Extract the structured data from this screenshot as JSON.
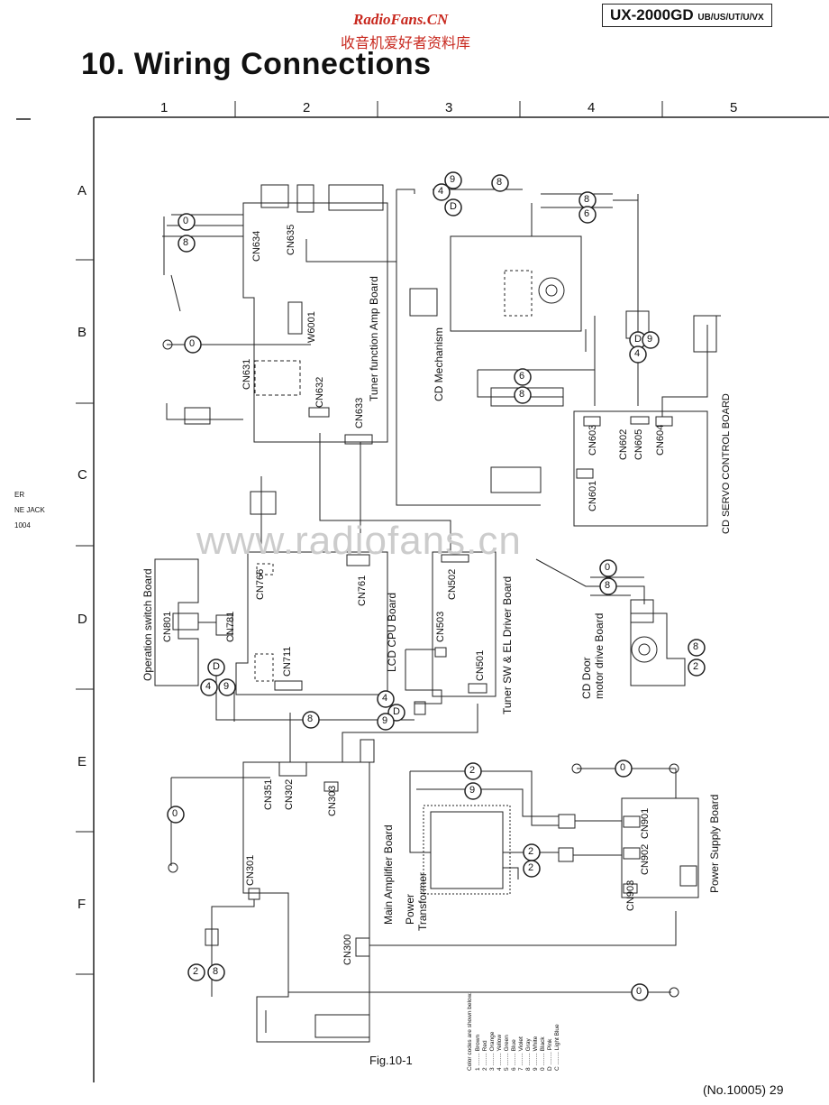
{
  "header": {
    "watermark_site": "RadioFans.CN",
    "watermark_cn": "收音机爱好者资料库",
    "model": "UX-2000GD",
    "model_suffix": "UB/US/UT/U/VX",
    "title": "10. Wiring Connections"
  },
  "grid": {
    "columns": [
      "1",
      "2",
      "3",
      "4",
      "5"
    ],
    "rows": [
      "A",
      "B",
      "C",
      "D",
      "E",
      "F"
    ]
  },
  "boards": {
    "tuner_function_amp": "Tuner function Amp Board",
    "cd_mechanism": "CD Mechanism",
    "cd_servo": "CD SERVO CONTROL BOARD",
    "operation_switch": "Operation switch Board",
    "lcd_cpu": "LCD CPU Board",
    "tuner_sw_el": "Tuner SW & EL Driver Board",
    "cd_door_1": "CD Door",
    "cd_door_2": "motor drive Board",
    "main_amp": "Main Amplifier Board",
    "power_transformer_1": "Power",
    "power_transformer_2": "Transformer",
    "power_supply": "Power Supply Board"
  },
  "connectors": {
    "cn634": "CN634",
    "cn635": "CN635",
    "w6001": "W6001",
    "cn631": "CN631",
    "cn632": "CN632",
    "cn633": "CN633",
    "cn603": "CN603",
    "cn602": "CN602",
    "cn605": "CN605",
    "cn604": "CN604",
    "cn601": "CN601",
    "cn766": "CN766",
    "cn761": "CN761",
    "cn801": "CN801",
    "cn781": "CN781",
    "cn711": "CN711",
    "cn502": "CN502",
    "cn503": "CN503",
    "cn501": "CN501",
    "cn351": "CN351",
    "cn302": "CN302",
    "cn303": "CN303",
    "cn301": "CN301",
    "cn300": "CN300",
    "cn901": "CN901",
    "cn902": "CN902",
    "cn903": "CN903"
  },
  "wire_codes": [
    "0",
    "8",
    "4",
    "9",
    "D",
    "6",
    "2"
  ],
  "left_fragment": [
    "ER",
    "NE JACK",
    "1004"
  ],
  "legend": {
    "heading": "Color codes are shown below.",
    "items": [
      "1 ........ Brown",
      "2 ........ Red",
      "3 ........ Orange",
      "4 ........ Yellow",
      "5 ........ Green",
      "6 ........ Blue",
      "7 ........ Violet",
      "8 ........ Gray",
      "9 ........ White",
      "0 ........ Black",
      "D ........ Pink",
      "C ........ Light Blue"
    ]
  },
  "site_watermark": "www.radiofans.cn",
  "figure": "Fig.10-1",
  "footer": "(No.10005) 29"
}
